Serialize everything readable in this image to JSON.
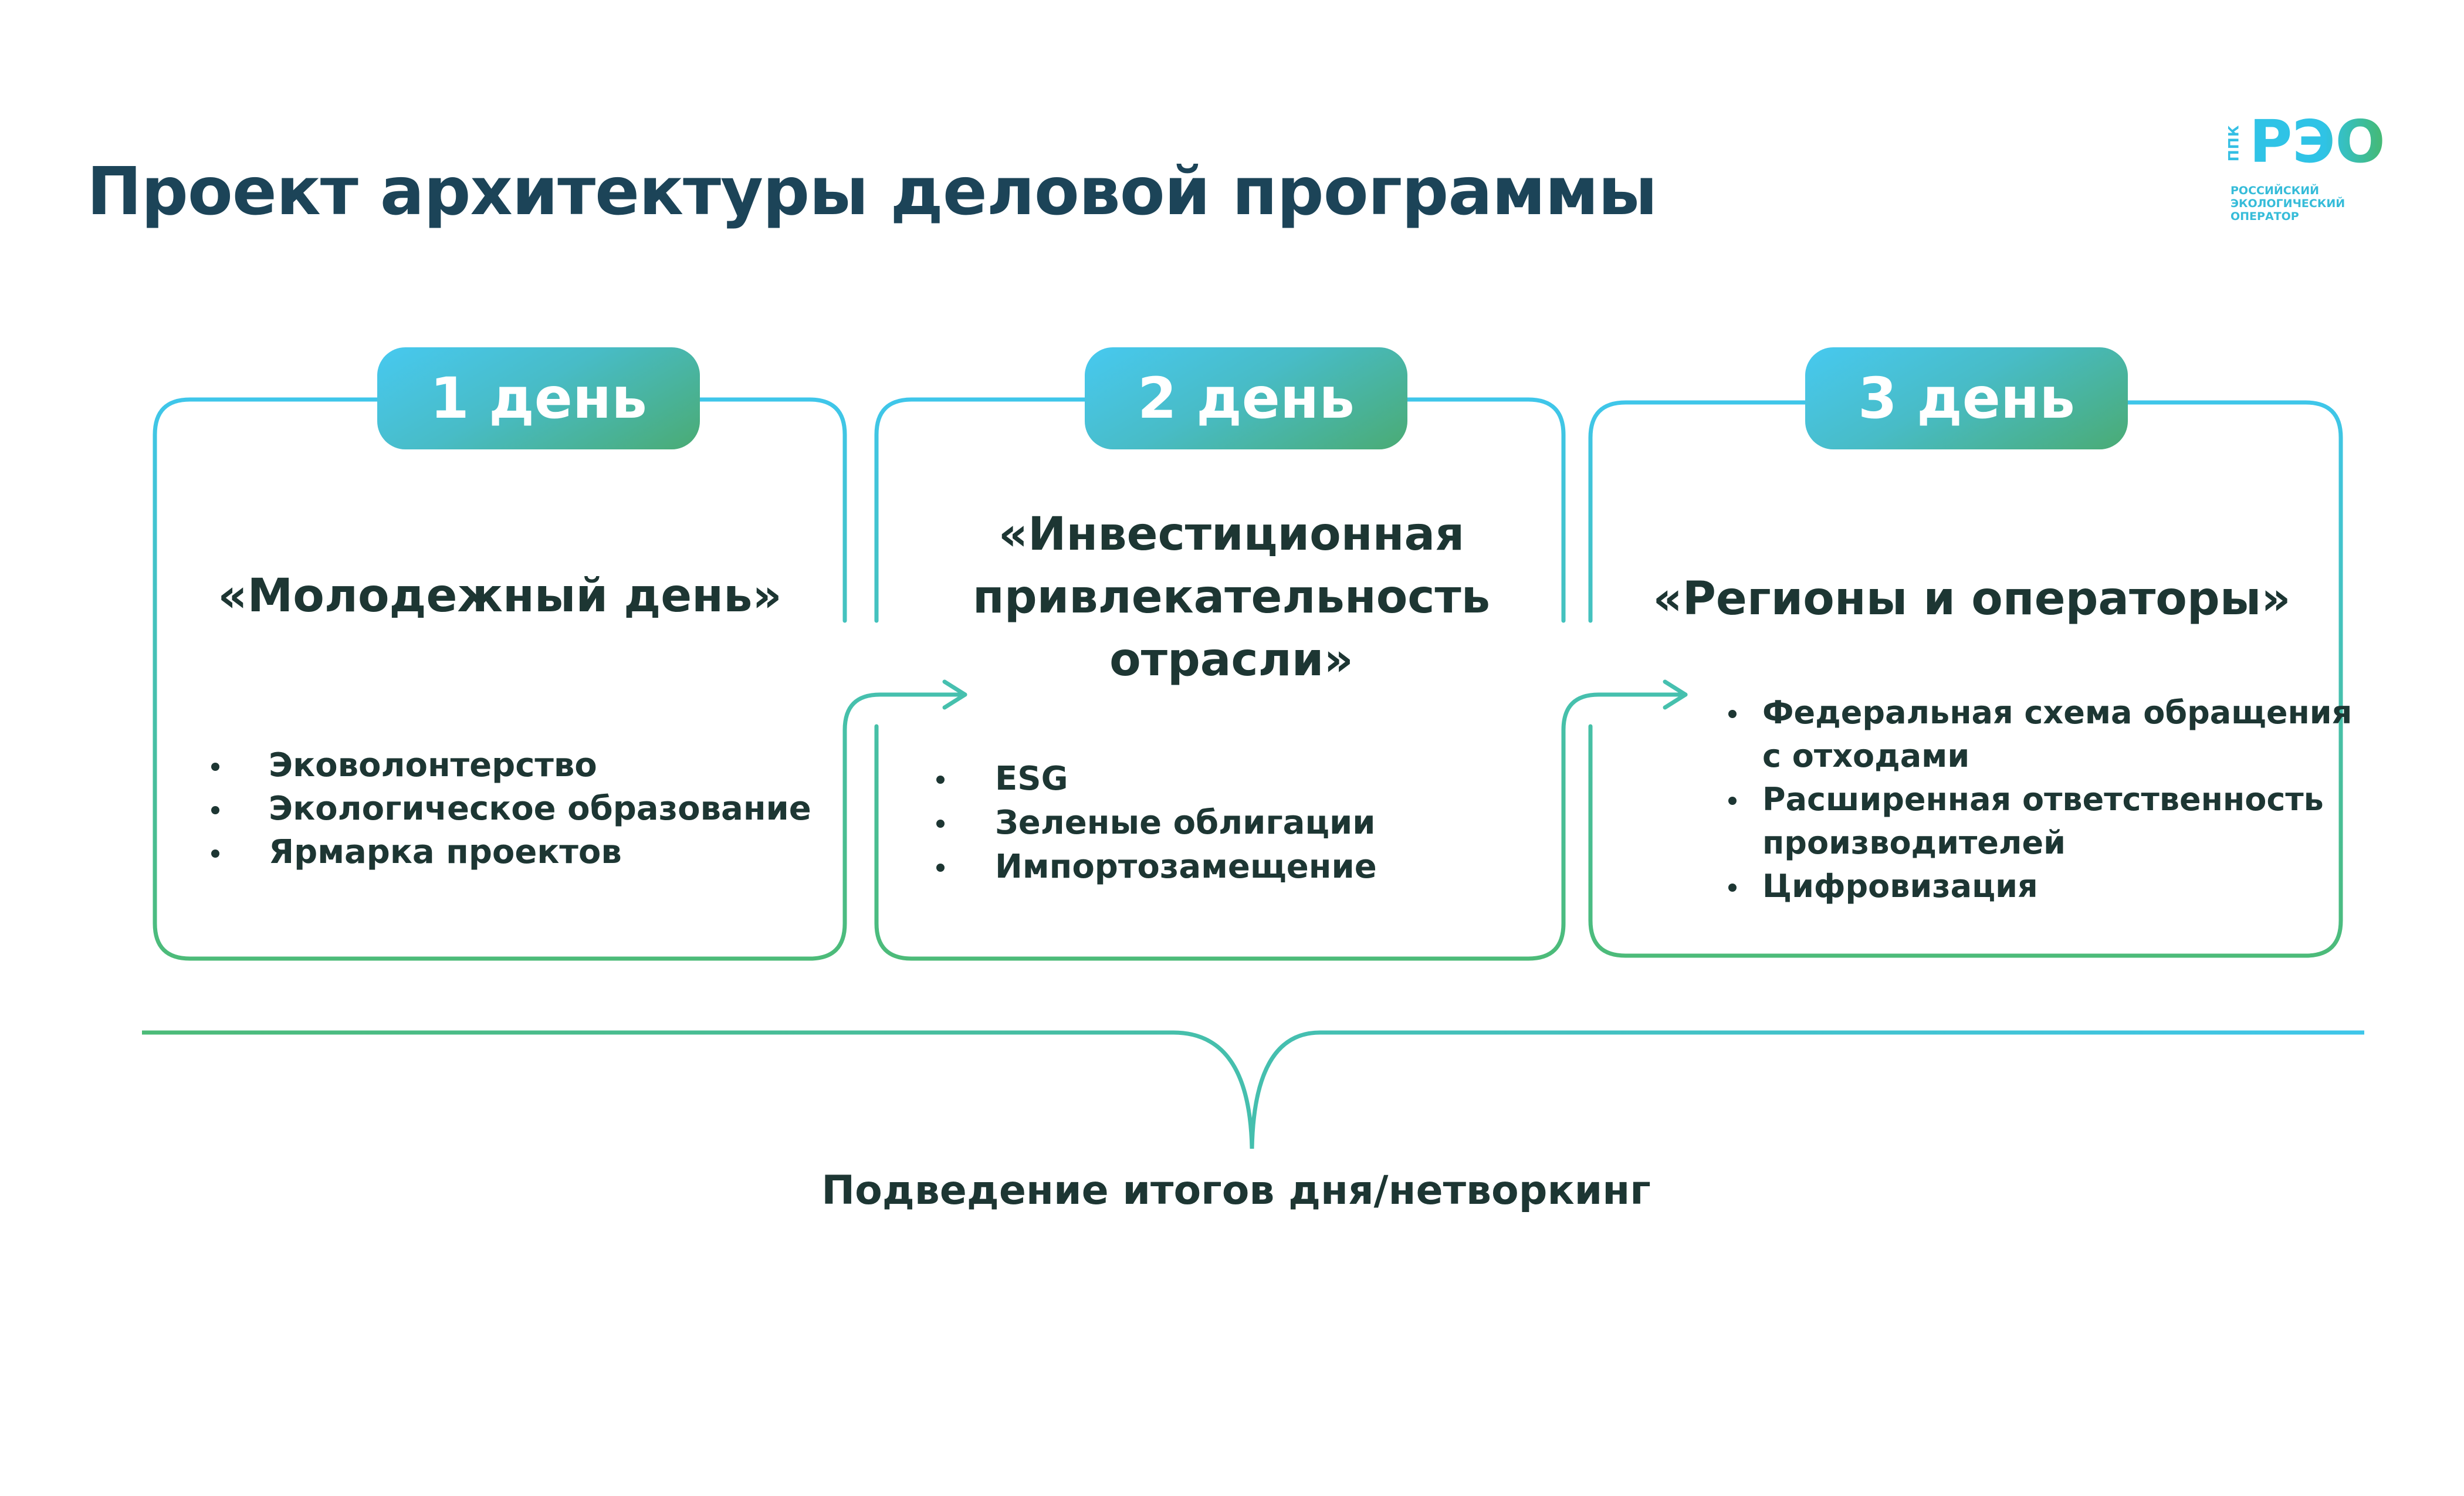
{
  "title": "Проект архитектуры деловой программы",
  "logo": {
    "prefix": "ППК",
    "mark": "РЭО",
    "lines": [
      "РОССИЙСКИЙ",
      "ЭКОЛОГИЧЕСКИЙ",
      "ОПЕРАТОР"
    ]
  },
  "days": [
    {
      "badge": "1 день",
      "heading_lines": [
        "«Молодежный день»"
      ],
      "items": [
        "Эковолонтерство",
        "Экологическое образование",
        "Ярмарка проектов"
      ]
    },
    {
      "badge": "2 день",
      "heading_lines": [
        "«Инвестиционная",
        "привлекательность",
        "отрасли»"
      ],
      "items": [
        "ESG",
        "Зеленые облигации",
        "Импортозамещение"
      ]
    },
    {
      "badge": "3 день",
      "heading_lines": [
        "«Регионы и операторы»"
      ],
      "items": [
        "Федеральная схема обращения",
        "с отходами",
        "Расширенная ответственность",
        "производителей",
        "Цифровизация"
      ]
    }
  ],
  "footer": "Подведение итогов дня/нетворкинг",
  "colors": {
    "cyan": "#3fc6ea",
    "green": "#4cbb78",
    "text": "#1d3633",
    "title": "#1c4458"
  }
}
